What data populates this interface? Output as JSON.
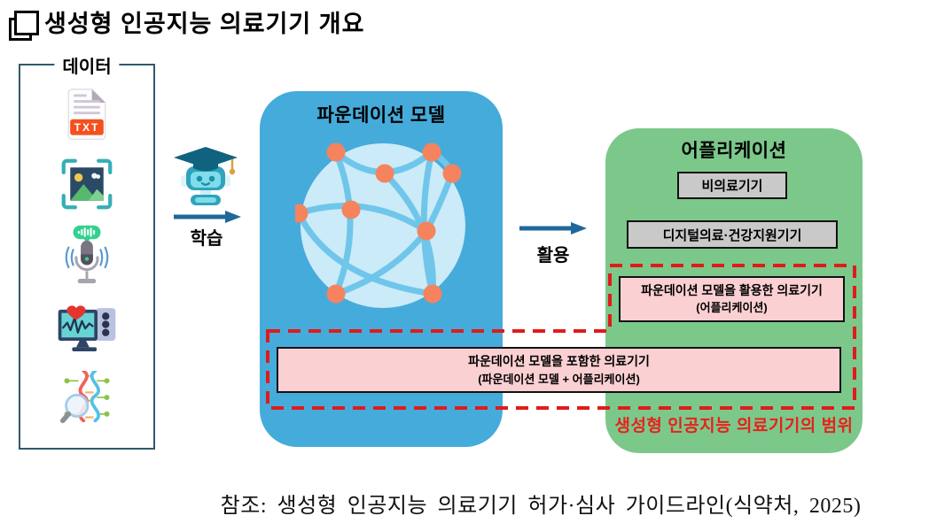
{
  "title": "생성형 인공지능 의료기기 개요",
  "data_panel": {
    "label": "데이터",
    "txt_badge": "TXT",
    "icons": [
      {
        "name": "text-document"
      },
      {
        "name": "image-data"
      },
      {
        "name": "voice-audio"
      },
      {
        "name": "vital-monitor"
      },
      {
        "name": "genomic-data"
      }
    ]
  },
  "flow": {
    "learn_label": "학습",
    "use_label": "활용"
  },
  "foundation_model": {
    "title": "파운데이션 모델"
  },
  "application": {
    "title": "어플리케이션",
    "non_medical_device": "비의료기기",
    "digital_health_device": "디지털의료·건강지원기기",
    "app_medical_device_line1": "파운데이션 모델을 활용한 의료기기",
    "app_medical_device_line2": "(어플리케이션)"
  },
  "combined_medical_device": {
    "line1": "파운데이션 모델을 포함한 의료기기",
    "line2": "(파운데이션 모델 + 어플리케이션)"
  },
  "scope_label": "생성형 인공지능 의료기기의 범위",
  "caption": "참조: 생성형 인공지능 의료기기 허가·심사 가이드라인(식약처, 2025)",
  "colors": {
    "foundation_box": "#45ABDB",
    "application_box": "#7CC88A",
    "globe_fill": "#CBEBF8",
    "globe_arc": "#6FC6EA",
    "globe_node": "#F5835E",
    "gray_box": "#C9C9C9",
    "pink_box": "#FBD0D3",
    "scope_red": "#E01B1B",
    "arrow_blue": "#20689B",
    "data_panel_border": "#30596B",
    "txt_badge_bg": "#F4511E"
  }
}
